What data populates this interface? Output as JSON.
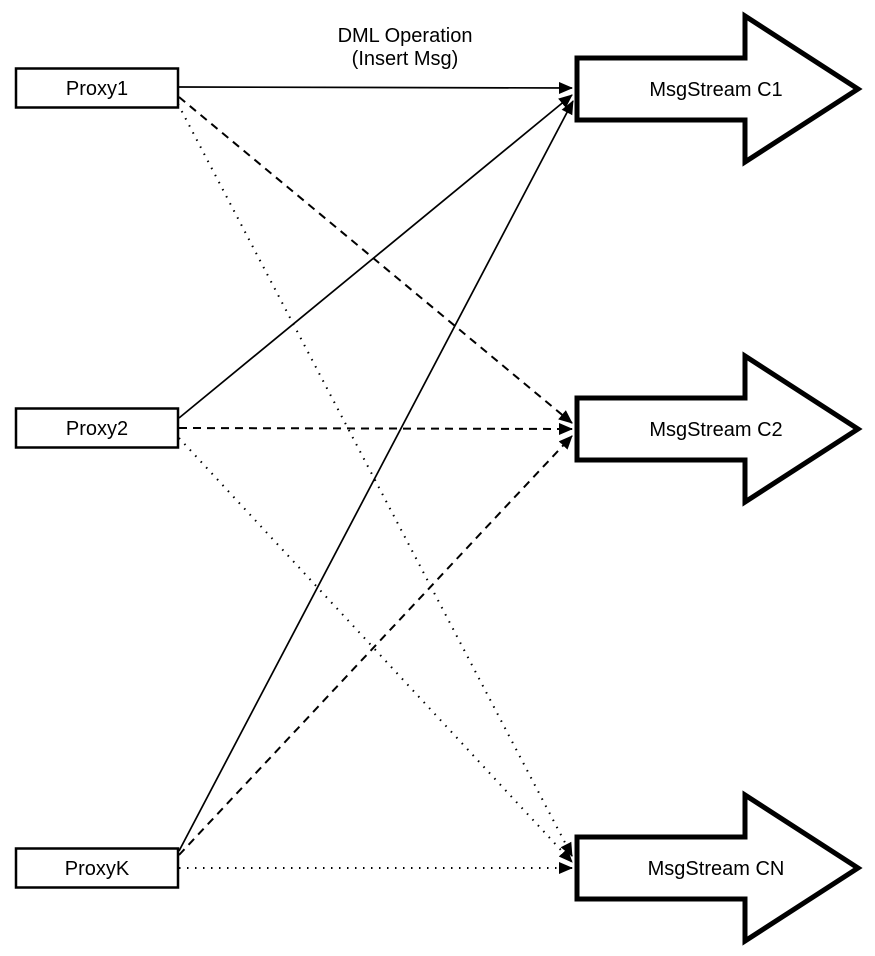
{
  "diagram": {
    "title_line1": "DML Operation",
    "title_line2": "(Insert Msg)",
    "background_color": "#ffffff",
    "line_color": "#000000"
  },
  "proxies": [
    {
      "label": "Proxy1"
    },
    {
      "label": "Proxy2"
    },
    {
      "label": "ProxyK"
    }
  ],
  "streams": [
    {
      "label": "MsgStream C1"
    },
    {
      "label": "MsgStream C2"
    },
    {
      "label": "MsgStream CN"
    }
  ],
  "edges": [
    {
      "from": "Proxy1",
      "to": "MsgStream C1",
      "style": "solid"
    },
    {
      "from": "Proxy1",
      "to": "MsgStream C2",
      "style": "dashed"
    },
    {
      "from": "Proxy1",
      "to": "MsgStream CN",
      "style": "dotted"
    },
    {
      "from": "Proxy2",
      "to": "MsgStream C1",
      "style": "solid"
    },
    {
      "from": "Proxy2",
      "to": "MsgStream C2",
      "style": "dashed"
    },
    {
      "from": "Proxy2",
      "to": "MsgStream CN",
      "style": "dotted"
    },
    {
      "from": "ProxyK",
      "to": "MsgStream C1",
      "style": "solid"
    },
    {
      "from": "ProxyK",
      "to": "MsgStream C2",
      "style": "dashed"
    },
    {
      "from": "ProxyK",
      "to": "MsgStream CN",
      "style": "dotted"
    }
  ]
}
